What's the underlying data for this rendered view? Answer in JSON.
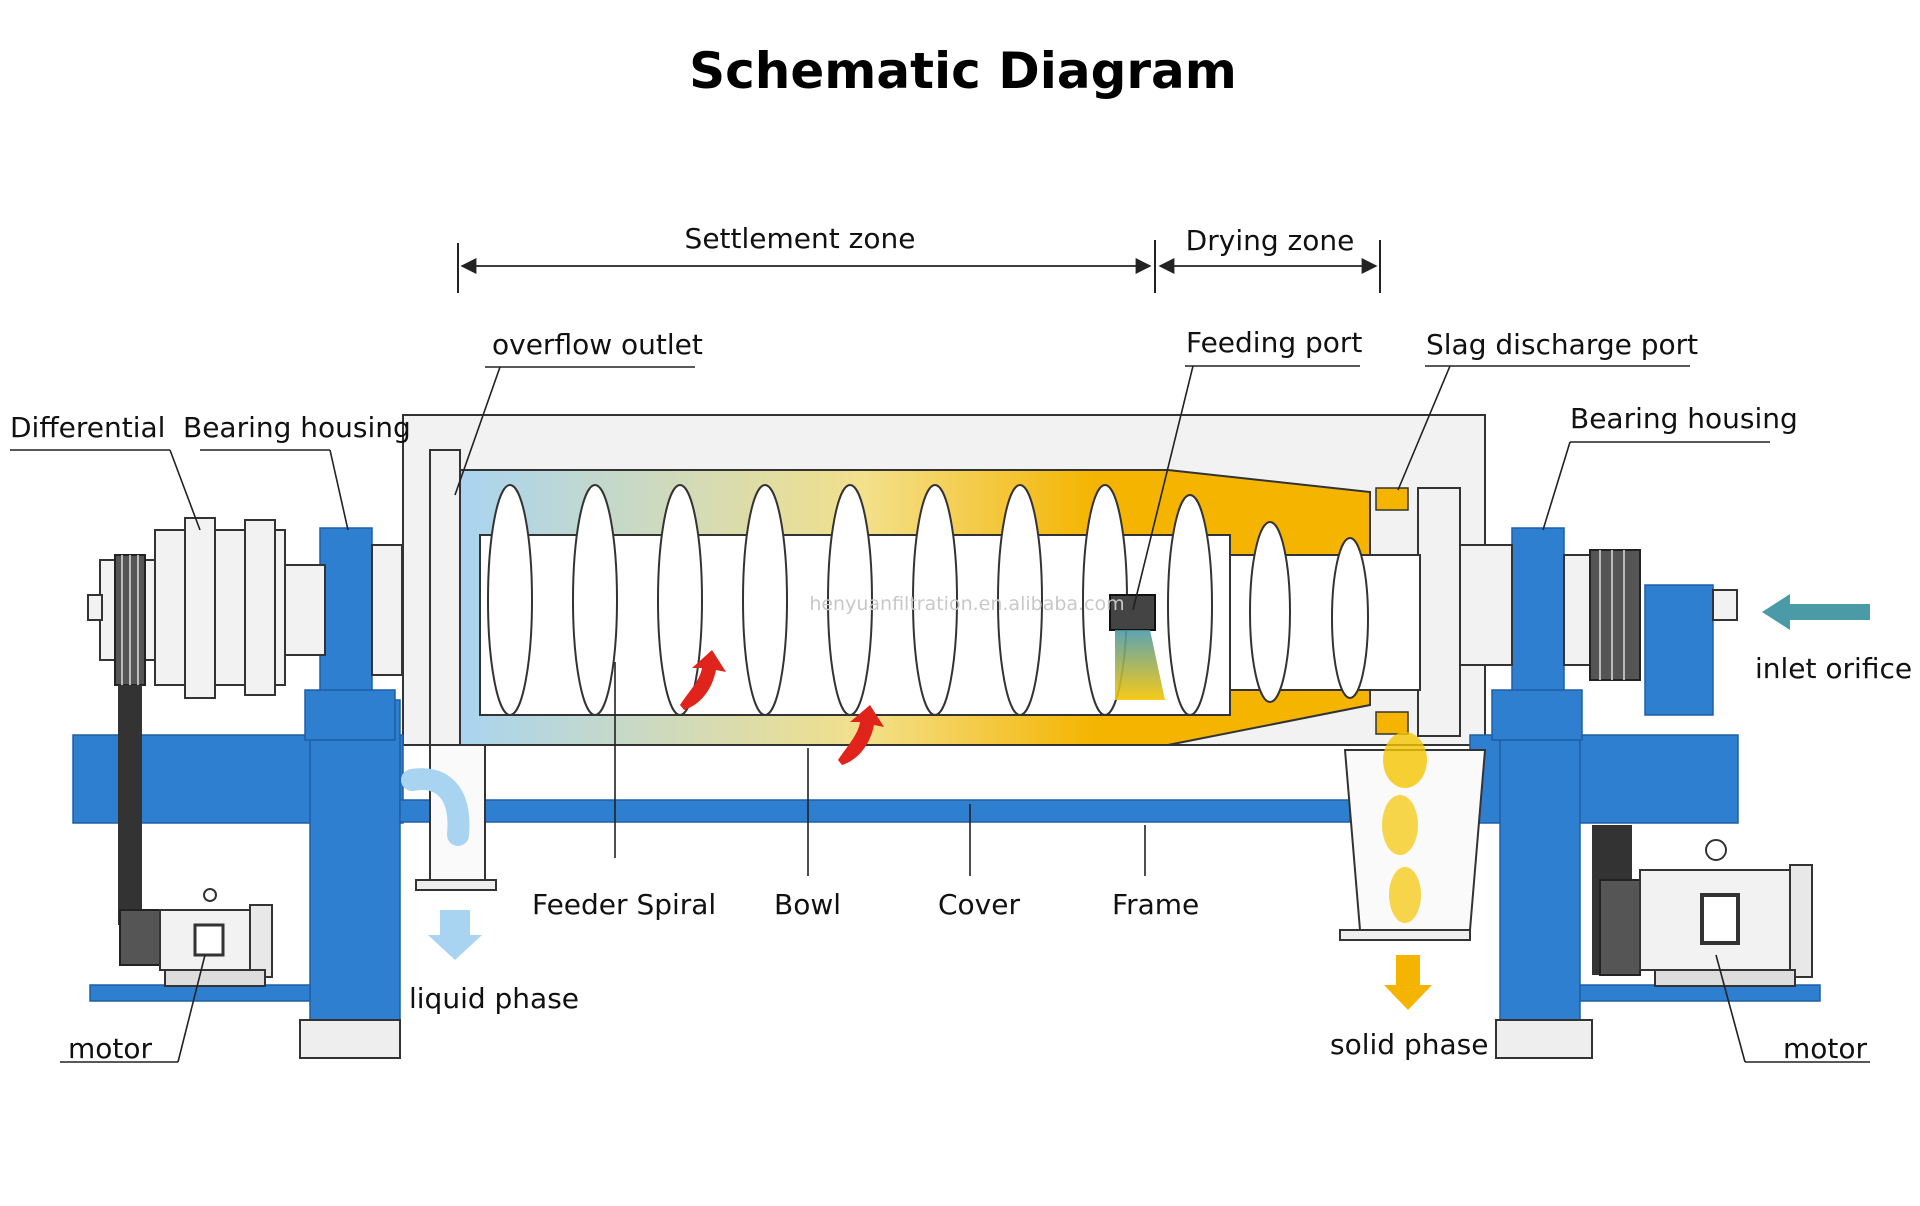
{
  "title": "Schematic Diagram",
  "zones": {
    "settlement": "Settlement zone",
    "drying": "Drying zone"
  },
  "labels": {
    "overflow_outlet": "overflow outlet",
    "feeding_port": "Feeding port",
    "slag_discharge_port": "Slag discharge port",
    "differential": "Differential",
    "bearing_housing_left": "Bearing housing",
    "bearing_housing_right": "Bearing housing",
    "inlet_orifice": "inlet orifice",
    "feeder_spiral": "Feeder Spiral",
    "bowl": "Bowl",
    "cover": "Cover",
    "frame": "Frame",
    "liquid_phase": "liquid phase",
    "solid_phase": "solid phase",
    "motor_left": "motor",
    "motor_right": "motor"
  },
  "watermark": "henyuanfiltration.en.alibaba.com",
  "colors": {
    "frame_blue": "#2f7fd0",
    "slurry_yellow": "#f5b400",
    "liquid_blue": "#a8d4f2",
    "flow_arrow_red": "#e0241b",
    "inlet_arrow_teal": "#4a9aa8"
  }
}
